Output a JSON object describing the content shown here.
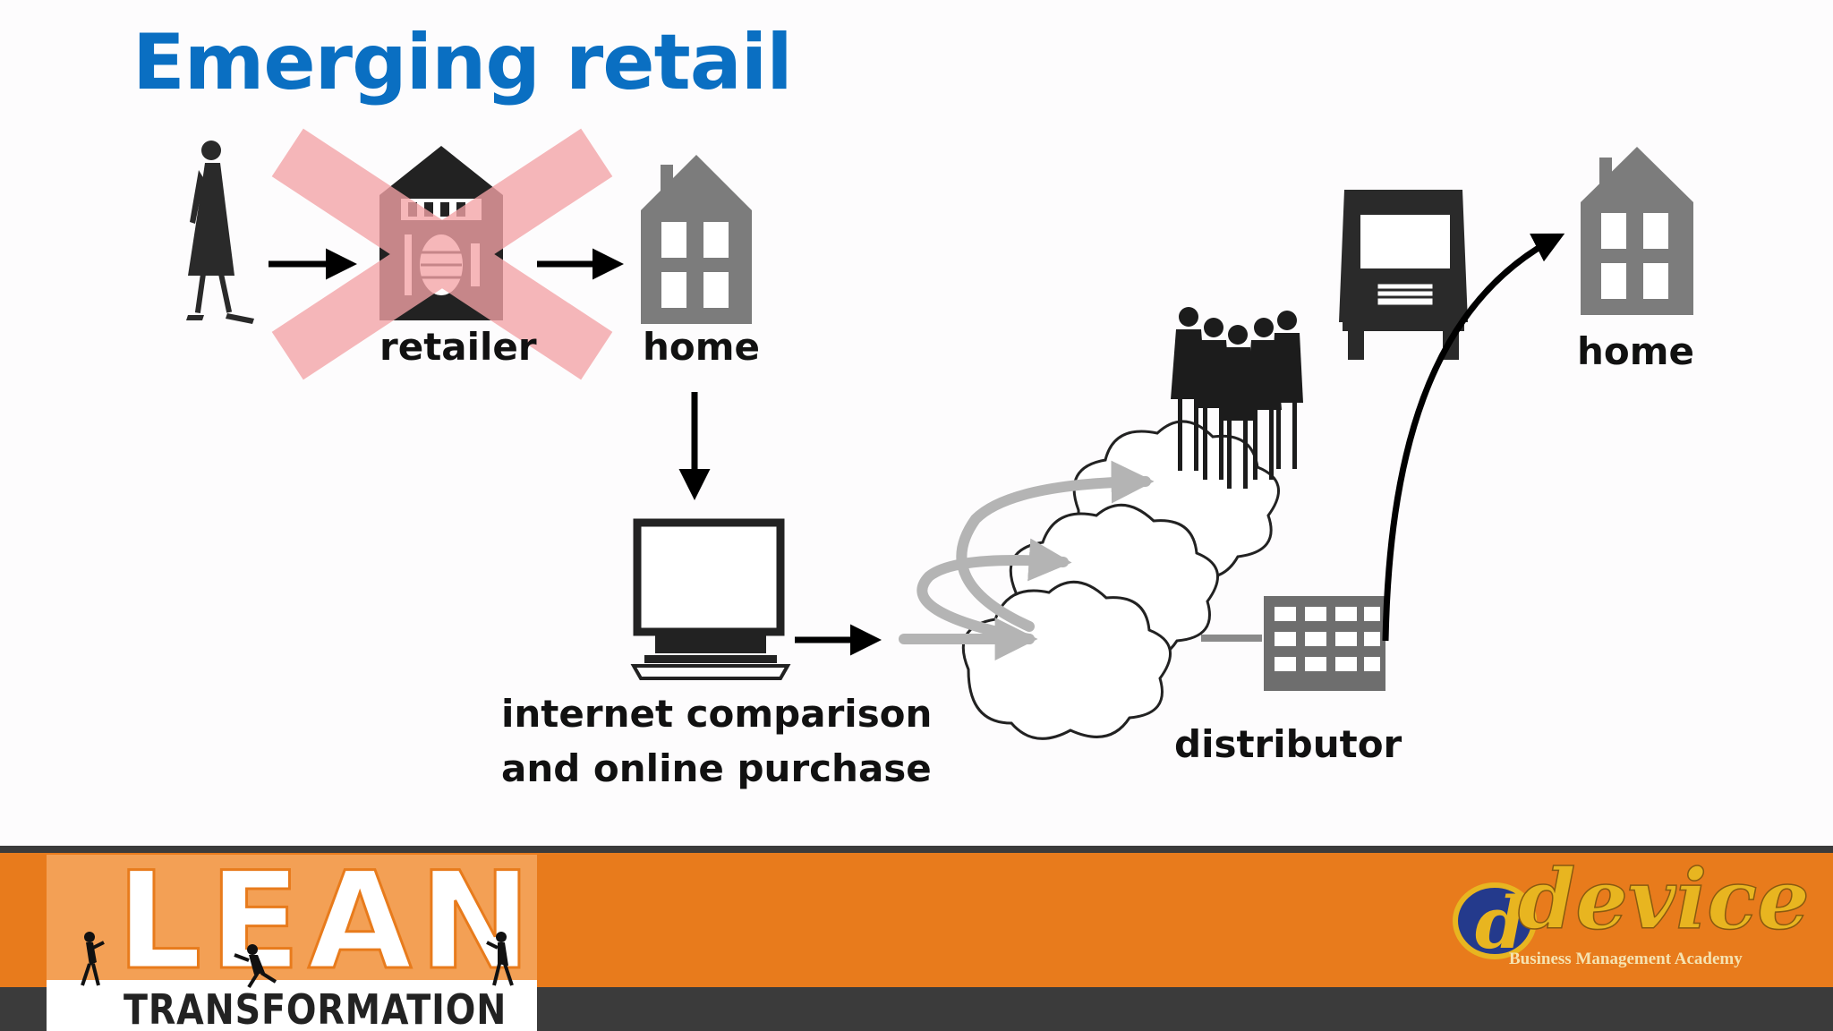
{
  "slide": {
    "title": "Emerging retail"
  },
  "diagram": {
    "labels": {
      "retailer": "retailer",
      "home_top": "home",
      "internet_line1": "internet comparison",
      "internet_line2": "and online purchase",
      "distributor": "distributor",
      "home_right": "home"
    },
    "retailer_crossed_out": true,
    "colors": {
      "cross": "#f4a3a6",
      "arrow": "#000000",
      "house": "#7c7c7c",
      "cloud_arrow": "#b4b4b4"
    }
  },
  "footer": {
    "lean_logo": {
      "word": "LEAN",
      "subtitle": "TRANSFORMATION"
    },
    "device_logo": {
      "word": "device",
      "subtitle": "Business Management Academy"
    },
    "colors": {
      "orange": "#e87b1c",
      "dark": "#3b3b3b"
    }
  }
}
